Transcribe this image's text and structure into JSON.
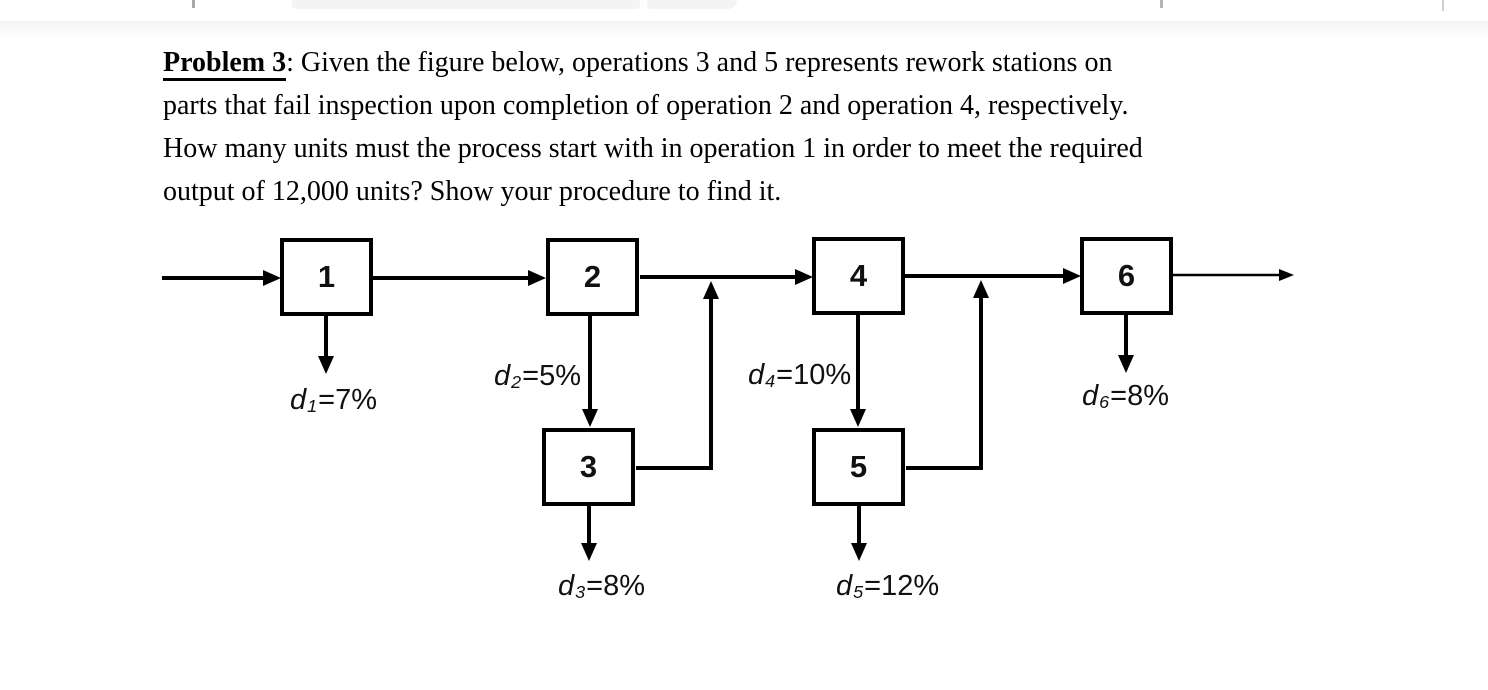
{
  "page": {
    "background": "#ffffff",
    "ink_color": "#000000",
    "toolbar_shadow_color": "#f3f3f3"
  },
  "problem": {
    "title": "Problem 3",
    "line1_rest": ": Given the figure below, operations 3 and 5 represents rework stations on",
    "line2": "parts that fail inspection upon completion of operation 2 and operation 4, respectively.",
    "line3": "How many units must the process start with in operation 1 in order to meet the required",
    "line4": "output of 12,000 units? Show your procedure to find it."
  },
  "diagram": {
    "boxes": [
      {
        "label": "1"
      },
      {
        "label": "2"
      },
      {
        "label": "3"
      },
      {
        "label": "4"
      },
      {
        "label": "5"
      },
      {
        "label": "6"
      }
    ],
    "defects": [
      {
        "var": "d",
        "sub": "1",
        "value": "=7%"
      },
      {
        "var": "d",
        "sub": "2",
        "value": "=5%"
      },
      {
        "var": "d",
        "sub": "3",
        "value": "=8%"
      },
      {
        "var": "d",
        "sub": "4",
        "value": "=10%"
      },
      {
        "var": "d",
        "sub": "5",
        "value": "=12%"
      },
      {
        "var": "d",
        "sub": "6",
        "value": "=8%"
      }
    ]
  }
}
